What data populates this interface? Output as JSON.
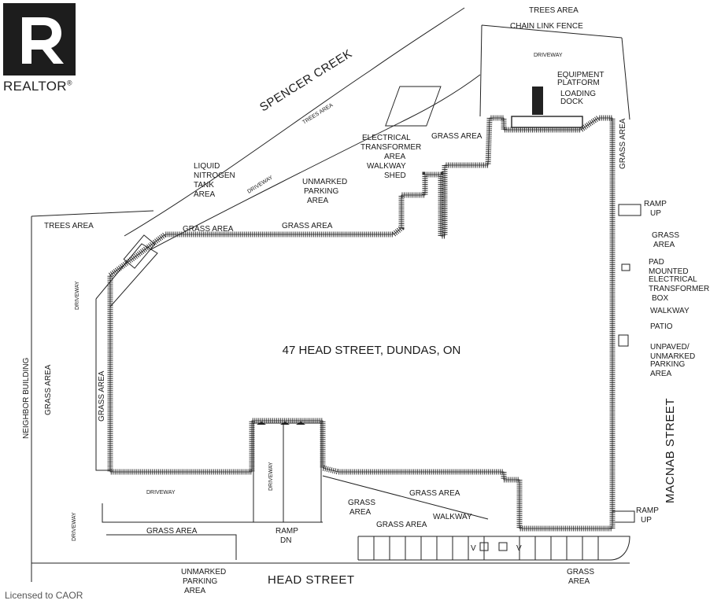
{
  "logo": {
    "brand": "REALTOR",
    "mark": "®"
  },
  "license": "Licensed to CAOR",
  "building": {
    "address": "47 HEAD STREET, DUNDAS, ON"
  },
  "streets": {
    "head": "HEAD STREET",
    "macnab": "MACNAB STREET",
    "creek": "SPENCER CREEK"
  },
  "labels": {
    "trees_top": "TREES AREA",
    "chain_link": "CHAIN LINK FENCE",
    "driveway_top": "DRIVEWAY",
    "equipment": [
      "EQUIPMENT",
      "PLATFORM"
    ],
    "loading": [
      "LOADING",
      "DOCK"
    ],
    "trees_creek": "TREES AREA",
    "electrical_transformer": [
      "ELECTRICAL",
      "TRANSFORMER",
      "AREA"
    ],
    "grass_top_center": "GRASS AREA",
    "walkway_top": "WALKWAY",
    "shed": "SHED",
    "liquid_nitrogen": [
      "LIQUID",
      "NITROGEN",
      "TANK",
      "AREA"
    ],
    "driveway_diag": "DRIVEWAY",
    "unmarked_top": [
      "UNMARKED",
      "PARKING",
      "AREA"
    ],
    "trees_left": "TREES AREA",
    "grass_top_left": "GRASS AREA",
    "grass_top_mid": "GRASS AREA",
    "grass_right_vert": "GRASS AREA",
    "ramp_up_top": [
      "RAMP",
      "UP"
    ],
    "grass_right": [
      "GRASS",
      "AREA"
    ],
    "pad_mounted": [
      "PAD",
      "MOUNTED",
      "ELECTRICAL",
      "TRANSFORMER",
      "BOX"
    ],
    "walkway_right": "WALKWAY",
    "patio": "PATIO",
    "unpaved": [
      "UNPAVED/",
      "UNMARKED",
      "PARKING",
      "AREA"
    ],
    "driveway_left": "DRIVEWAY",
    "grass_left_vert": "GRASS AREA",
    "neighbor": "NEIGHBOR BUILDING",
    "grass_far_left": "GRASS AREA",
    "driveway_bottom": "DRIVEWAY",
    "driveway_ramp": "DRIVEWAY",
    "driveway_bottom_left": "DRIVEWAY",
    "grass_bottom_left": "GRASS AREA",
    "ramp_dn": [
      "RAMP",
      "DN"
    ],
    "unmarked_bottom": [
      "UNMARKED",
      "PARKING",
      "AREA"
    ],
    "grass_bottom_center": [
      "GRASS",
      "AREA"
    ],
    "grass_bottom_mid": "GRASS AREA",
    "grass_bottom_low": "GRASS AREA",
    "walkway_bottom": "WALKWAY",
    "ramp_up_bottom": [
      "RAMP",
      "UP"
    ],
    "grass_bottom_right": [
      "GRASS",
      "AREA"
    ],
    "accessible_v1": "V",
    "accessible_v2": "V"
  },
  "colors": {
    "line": "#222222",
    "hatch": "#555555",
    "logo": "#1d1d1d"
  }
}
